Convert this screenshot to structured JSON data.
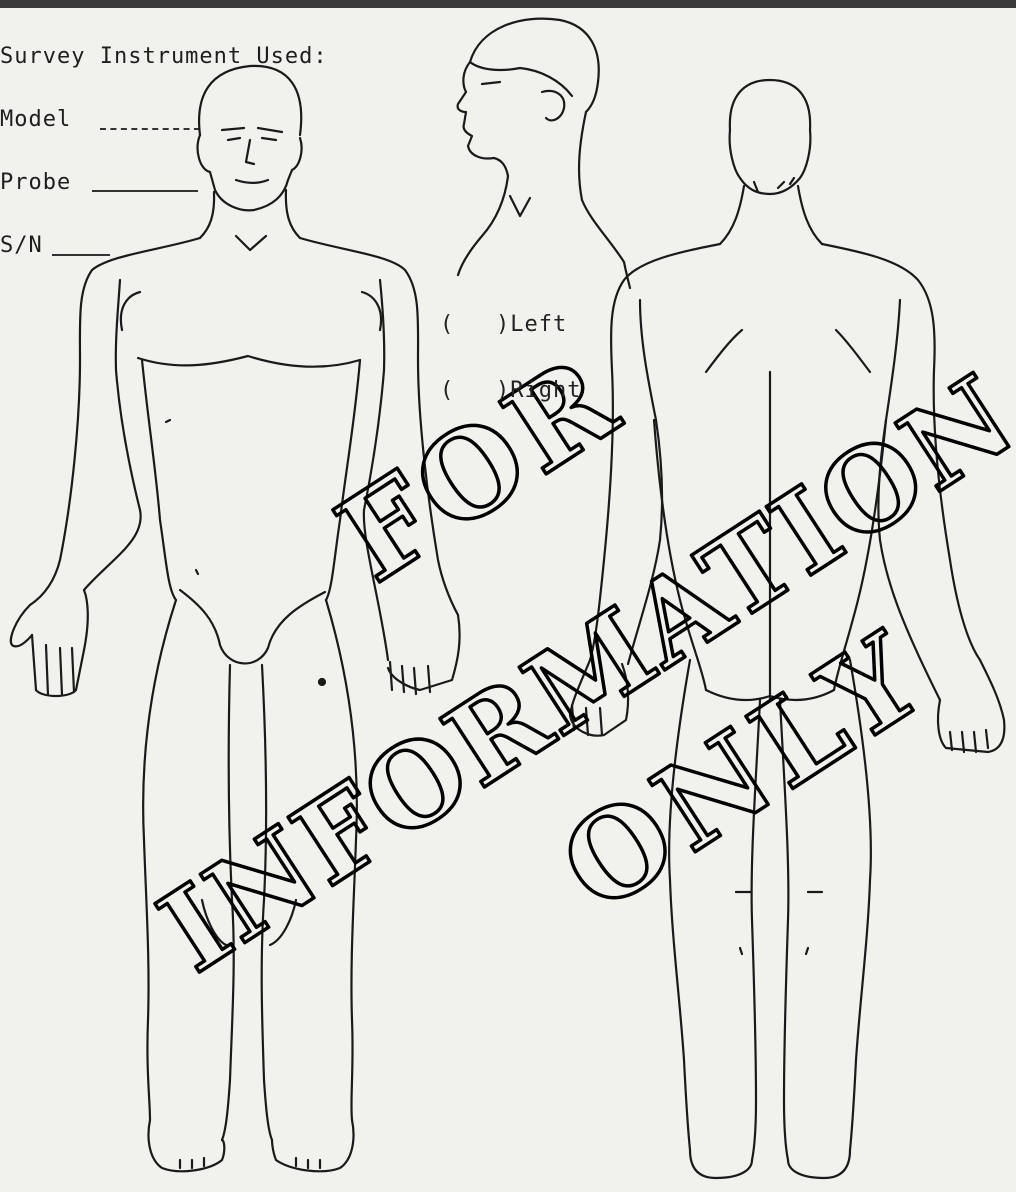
{
  "form": {
    "survey_heading": "Survey Instrument Used:",
    "model_label": "Model",
    "probe_label": "Probe",
    "serial_label": "S/N"
  },
  "side_options": {
    "left_label": ")Left",
    "right_label": ")Right",
    "checkbox_open": "("
  },
  "watermark": {
    "line1": "FOR",
    "line2": "INFORMATION",
    "line3": "ONLY"
  }
}
